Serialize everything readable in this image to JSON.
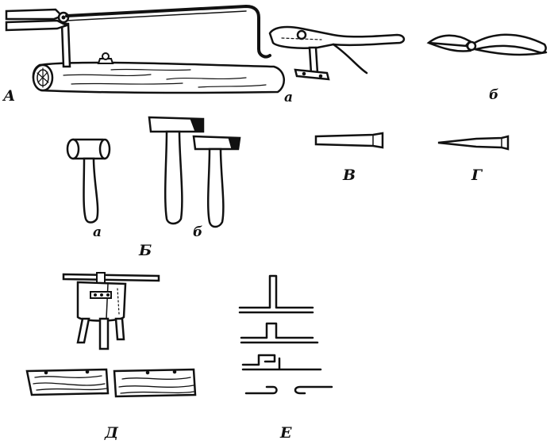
{
  "labels": {
    "A": "А",
    "a_top": "а",
    "b_top": "б",
    "B": "Б",
    "a_mid": "а",
    "b_mid": "б",
    "V": "В",
    "G": "Г",
    "D": "Д",
    "E": "Е"
  },
  "colors": {
    "ink": "#111111",
    "paper": "#ffffff"
  }
}
